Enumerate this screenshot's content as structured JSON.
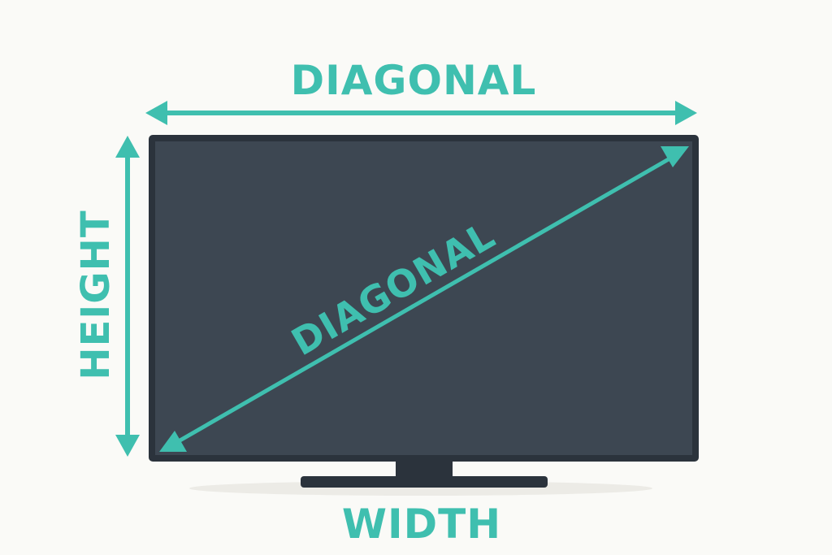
{
  "labels": {
    "top": "DIAGONAL",
    "diagonal": "DIAGONAL",
    "side": "HEIGHT",
    "bottom": "WIDTH"
  },
  "colors": {
    "accent": "#3fbfaf",
    "screen": "#3d4752",
    "bezel": "#2b333c",
    "stand": "#2b333c",
    "shadow": "#ecebe6",
    "background": "#fafaf7"
  },
  "icons": {
    "arrowhead": "triangle-arrowhead"
  }
}
